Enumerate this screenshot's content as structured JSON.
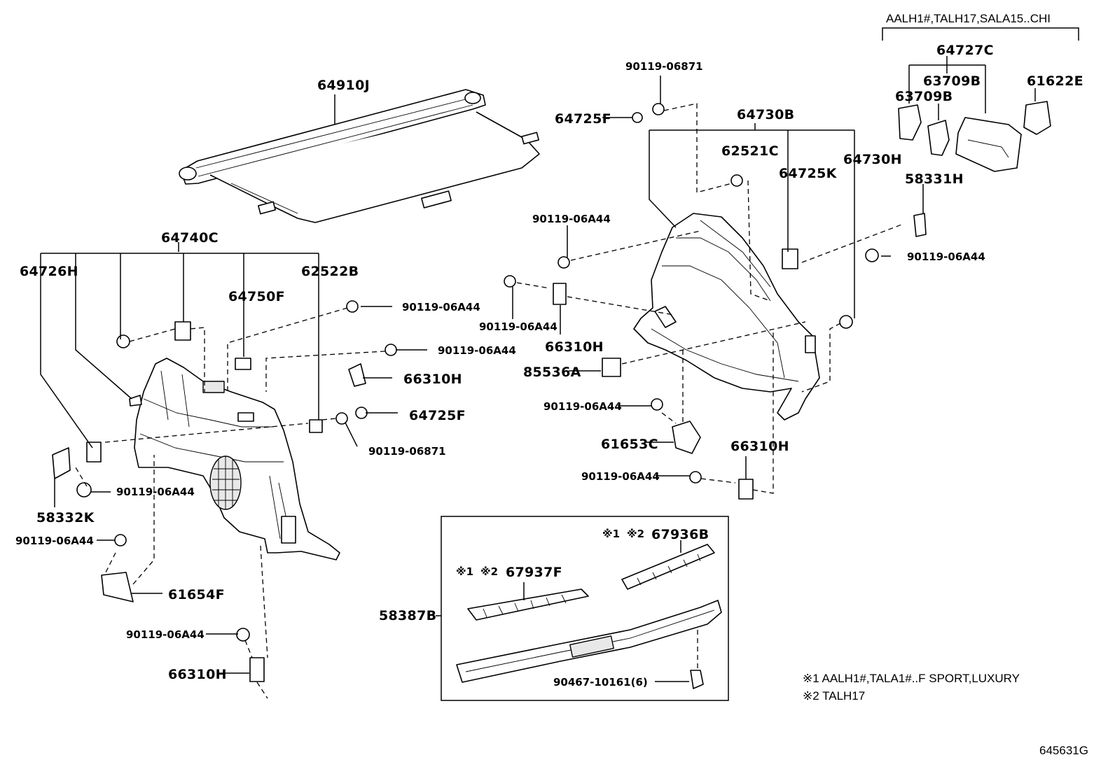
{
  "variant_header": "AALH1#,TALH17,SALA15..CHI",
  "labels": {
    "p64910J": "64910J",
    "p64740C": "64740C",
    "p64726H": "64726H",
    "p64750F": "64750F",
    "p62522B": "62522B",
    "b90119_06A44_a": "90119-06A44",
    "b90119_06A44_b": "90119-06A44",
    "p66310H_a": "66310H",
    "p64725F_a": "64725F",
    "b90119_06871_a": "90119-06871",
    "b90119_06A44_c": "90119-06A44",
    "p58332K": "58332K",
    "b90119_06A44_d": "90119-06A44",
    "p61654F": "61654F",
    "b90119_06A44_e": "90119-06A44",
    "p66310H_b": "66310H",
    "b90119_06871_b": "90119-06871",
    "p64725F_b": "64725F",
    "p64730B": "64730B",
    "p62521C": "62521C",
    "p64725K": "64725K",
    "p64730H": "64730H",
    "b90119_06A44_f": "90119-06A44",
    "b90119_06A44_g": "90119-06A44",
    "p66310H_c": "66310H",
    "p85536A": "85536A",
    "b90119_06A44_h": "90119-06A44",
    "p61653C": "61653C",
    "p66310H_d": "66310H",
    "b90119_06A44_i": "90119-06A44",
    "p64727C": "64727C",
    "p63709B_a": "63709B",
    "p63709B_b": "63709B",
    "p61622E": "61622E",
    "p58331H": "58331H",
    "b90119_06A44_j": "90119-06A44",
    "p58387B": "58387B",
    "p67937F": "67937F",
    "p67936B": "67936B",
    "p90467": "90467-10161(6)"
  },
  "footnote_marks": {
    "m1_a": "※1",
    "m2_a": "※2",
    "m1_b": "※1",
    "m2_b": "※2"
  },
  "notes": {
    "note1": "※1 AALH1#,TALA1#..F SPORT,LUXURY",
    "note2": "※2 TALH17"
  },
  "figure_id": "645631G"
}
